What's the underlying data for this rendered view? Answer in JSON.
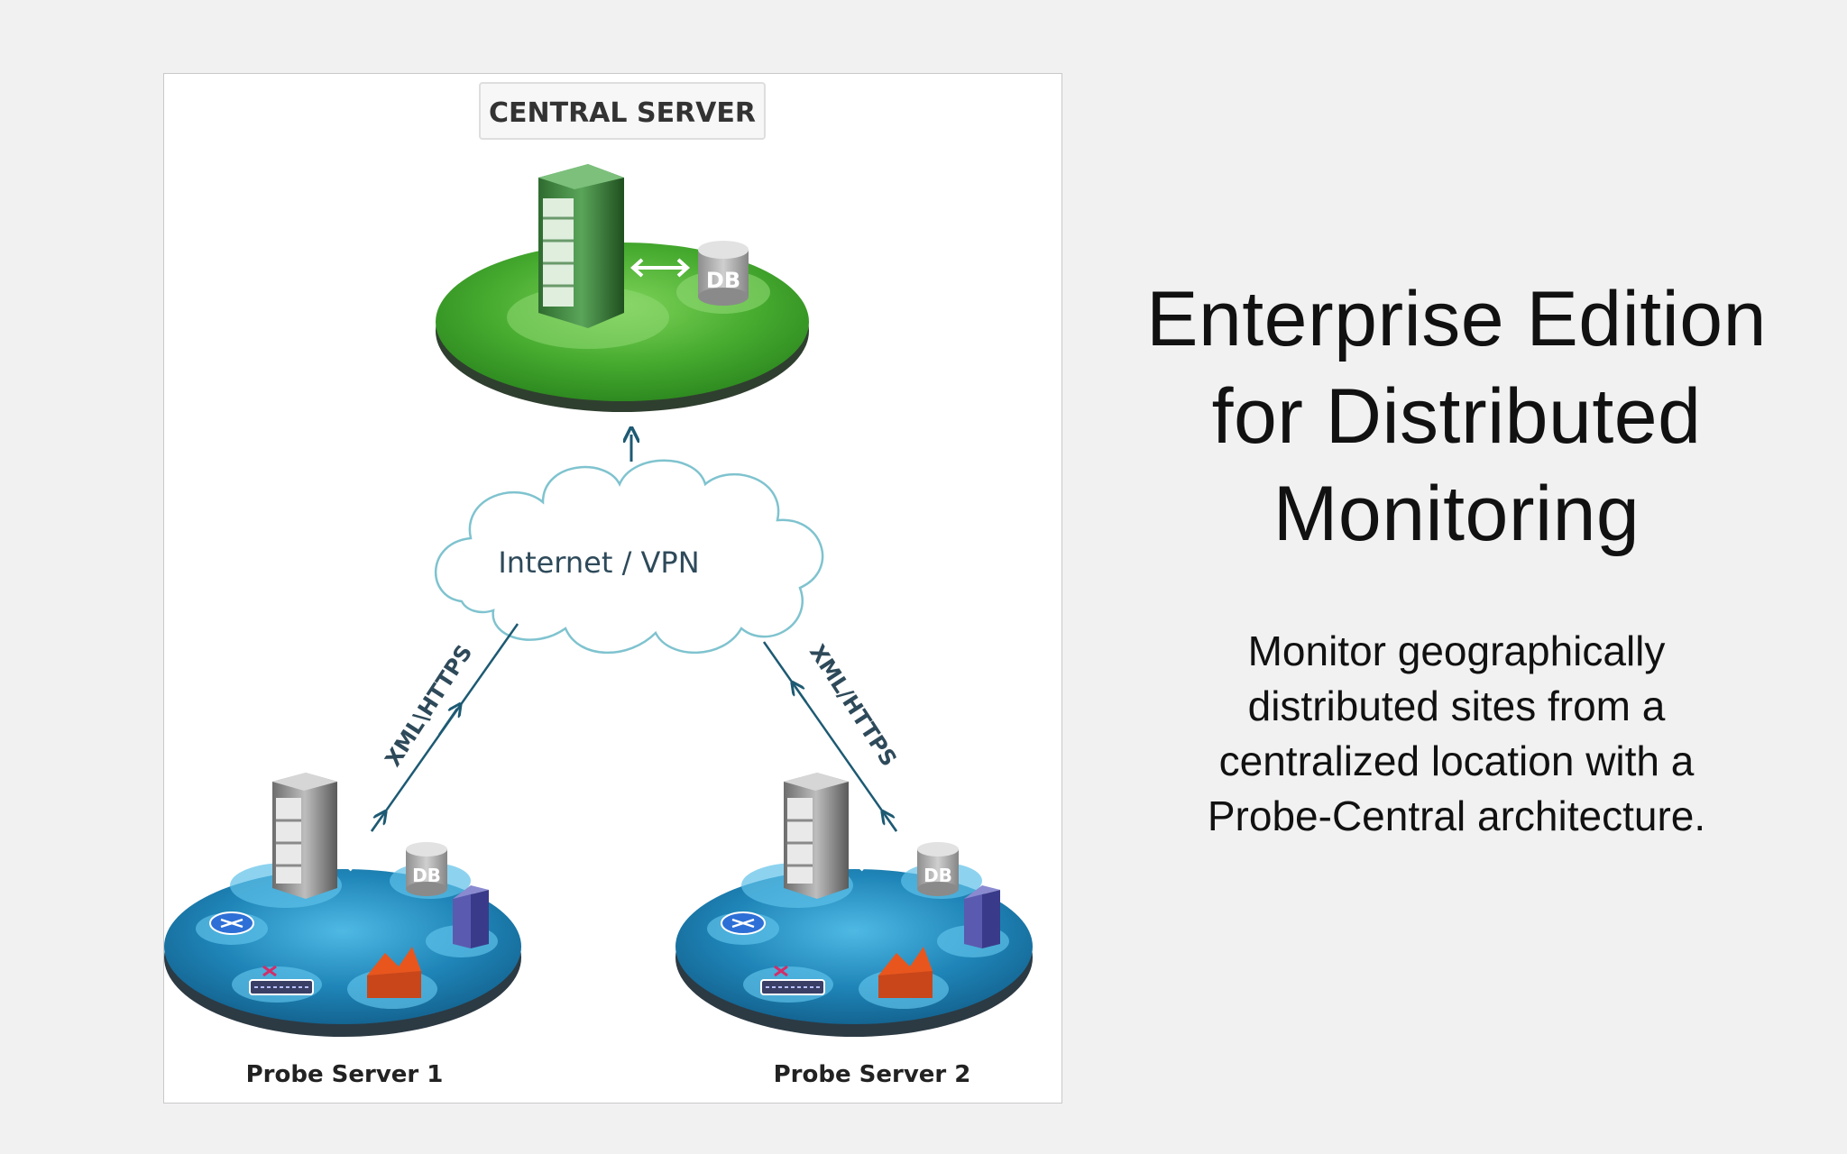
{
  "slide": {
    "headline_lines": [
      "Enterprise Edition",
      "for Distributed",
      "Monitoring"
    ],
    "body_lines": [
      "Monitor geographically",
      "distributed sites from a",
      "centralized location with a",
      "Probe-Central architecture."
    ]
  },
  "diagram": {
    "central_label": "CENTRAL SERVER",
    "central_db_label": "DB",
    "cloud_label": "Internet / VPN",
    "left_link_label": "XML\\HTTPS",
    "right_link_label": "XML/HTTPS",
    "probe1_label": "Probe Server 1",
    "probe1_db_label": "DB",
    "probe2_label": "Probe Server 2",
    "probe2_db_label": "DB"
  },
  "colors": {
    "background": "#f2f1f2",
    "central_platform": "#3f9f2c",
    "probe_platform": "#1f7fae",
    "link_line": "#1d5a73",
    "cloud_outline": "#7fc3cf",
    "firewall": "#e8561e"
  }
}
